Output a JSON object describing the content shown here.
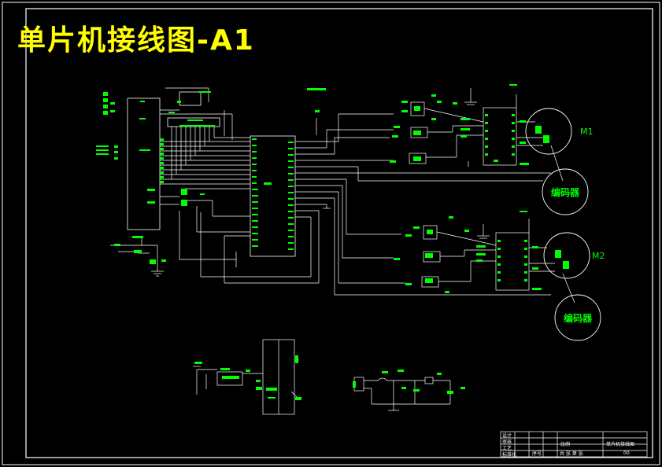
{
  "drawing": {
    "title": "单片机接线图-A1",
    "labels": {
      "motor1": "M1",
      "motor2": "M2",
      "encoder1": "编码器",
      "encoder2": "编码器",
      "tb_title": "单片机接线图",
      "tb_left1": "设计",
      "tb_left2": "审核",
      "tb_left3": "工艺",
      "tb_left4": "标准化",
      "tb_ratio": "比例",
      "tb_seq": "序号",
      "tb_bottom": "共 张 第 张",
      "tb_code": "00"
    }
  },
  "colors": {
    "background": "#000000",
    "frame": "#ffffff",
    "wire": "#ffffff",
    "component": "#00ff00",
    "title": "#ffff00"
  }
}
